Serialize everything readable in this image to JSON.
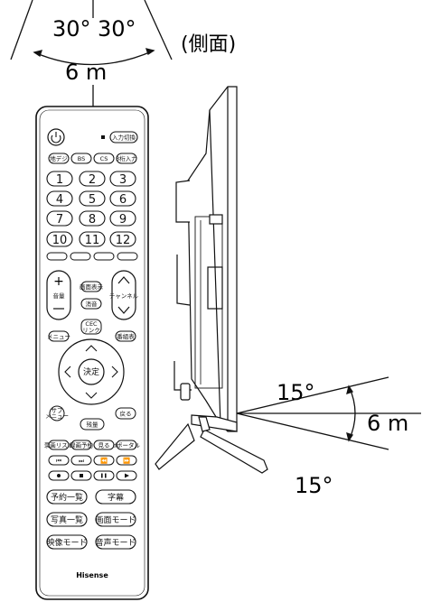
{
  "remote_diagram": {
    "angle_left": "30°",
    "angle_right": "30°",
    "distance_top": "6 m",
    "side_label": "(側面)"
  },
  "side_diagram": {
    "angle_top": "15°",
    "angle_bottom": "15°",
    "distance_side": "6 m"
  },
  "remote": {
    "power_icon": "power-icon",
    "input_label": "入力切換",
    "row_tuners": [
      "地デジ",
      "BS",
      "CS",
      "3桁入力"
    ],
    "numbers": [
      "1",
      "2",
      "3",
      "4",
      "5",
      "6",
      "7",
      "8",
      "9",
      "10",
      "11",
      "12"
    ],
    "volume_label": "音量",
    "channel_label": "チャンネル",
    "screen_display_label": "画面表示",
    "mute_label": "消音",
    "cec_label": "CEC\nリンク",
    "menu_label": "メニュー",
    "guide_label": "番組表",
    "ok_label": "決定",
    "sub_label": "サブ\nメニュー",
    "back_label": "戻る",
    "remain_label": "残量",
    "row_rec": [
      "录画リスト",
      "録画予約",
      "見る",
      "dポータル"
    ],
    "schedule_label": "予約一覧",
    "subtitle_label": "字幕",
    "photo_label": "写真一覧",
    "screen_mode_label": "画面モード",
    "video_mode_label": "映像モード",
    "audio_mode_label": "音声モード",
    "brand": "Hisense"
  }
}
